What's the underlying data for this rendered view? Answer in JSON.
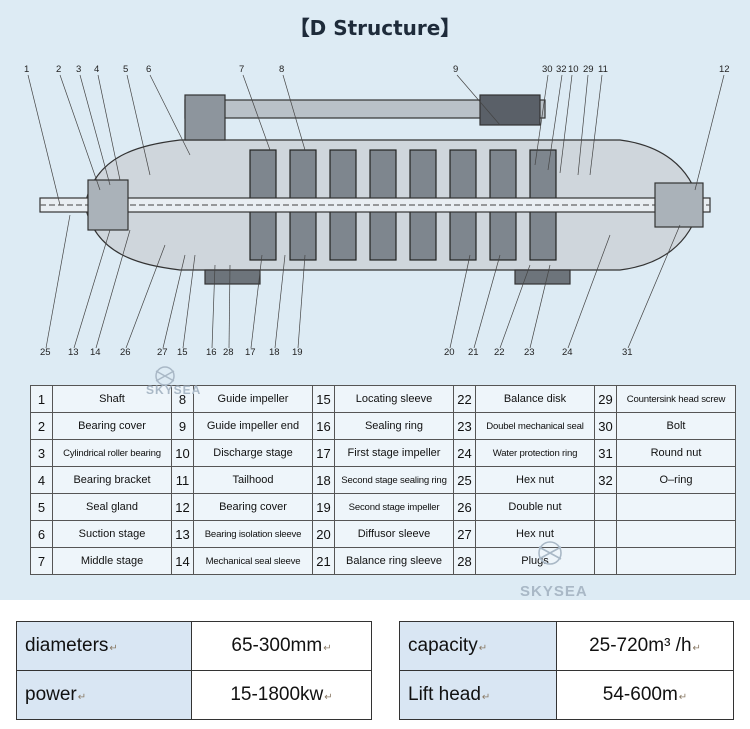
{
  "title": "【D Structure】",
  "watermark": "SKYSEA",
  "callouts_top": [
    "1",
    "2",
    "3",
    "4",
    "5",
    "6",
    "7",
    "8",
    "9",
    "30",
    "32",
    "10",
    "29",
    "11",
    "12"
  ],
  "callouts_bottom": [
    "25",
    "13",
    "14",
    "26",
    "27",
    "15",
    "16",
    "28",
    "17",
    "18",
    "19",
    "20",
    "21",
    "22",
    "23",
    "24",
    "31"
  ],
  "parts": [
    {
      "no": "1",
      "name": "Shaft"
    },
    {
      "no": "2",
      "name": "Bearing cover"
    },
    {
      "no": "3",
      "name": "Cylindrical roller bearing"
    },
    {
      "no": "4",
      "name": "Bearing bracket"
    },
    {
      "no": "5",
      "name": "Seal gland"
    },
    {
      "no": "6",
      "name": "Suction stage"
    },
    {
      "no": "7",
      "name": "Middle stage"
    },
    {
      "no": "8",
      "name": "Guide impeller"
    },
    {
      "no": "9",
      "name": "Guide impeller end"
    },
    {
      "no": "10",
      "name": "Discharge stage"
    },
    {
      "no": "11",
      "name": "Tailhood"
    },
    {
      "no": "12",
      "name": "Bearing cover"
    },
    {
      "no": "13",
      "name": "Bearing isolation sleeve"
    },
    {
      "no": "14",
      "name": "Mechanical seal sleeve"
    },
    {
      "no": "15",
      "name": "Locating sleeve"
    },
    {
      "no": "16",
      "name": "Sealing ring"
    },
    {
      "no": "17",
      "name": "First stage impeller"
    },
    {
      "no": "18",
      "name": "Second stage sealing ring"
    },
    {
      "no": "19",
      "name": "Second stage impeller"
    },
    {
      "no": "20",
      "name": "Diffusor sleeve"
    },
    {
      "no": "21",
      "name": "Balance ring sleeve"
    },
    {
      "no": "22",
      "name": "Balance disk"
    },
    {
      "no": "23",
      "name": "Doubel mechanical seal"
    },
    {
      "no": "24",
      "name": "Water protection ring"
    },
    {
      "no": "25",
      "name": "Hex nut"
    },
    {
      "no": "26",
      "name": "Double nut"
    },
    {
      "no": "27",
      "name": "Hex nut"
    },
    {
      "no": "28",
      "name": "Plugs"
    },
    {
      "no": "29",
      "name": "Countersink head screw"
    },
    {
      "no": "30",
      "name": "Bolt"
    },
    {
      "no": "31",
      "name": "Round nut"
    },
    {
      "no": "32",
      "name": "O–ring"
    }
  ],
  "specs": {
    "diameters": {
      "label": "diameters",
      "value": "65-300mm"
    },
    "power": {
      "label": "power",
      "value": "15-1800kw"
    },
    "capacity": {
      "label": "capacity",
      "value": "25-720m³ /h"
    },
    "lift_head": {
      "label": "Lift head",
      "value": "54-600m"
    },
    "para_mark": "↵"
  }
}
